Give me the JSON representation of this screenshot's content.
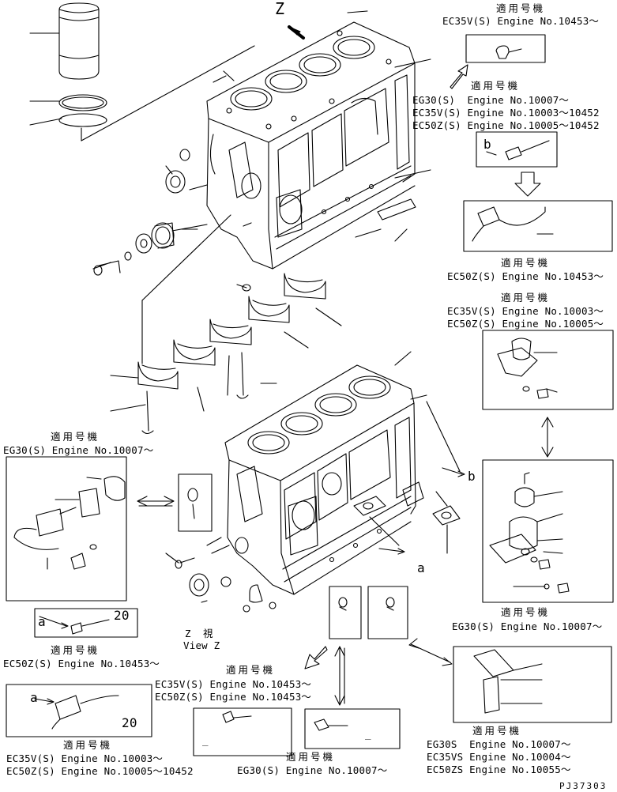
{
  "view_marker": "Z",
  "code": "PJ37303",
  "header_ja": "適用号機",
  "callouts": {
    "a": "a",
    "b": "b",
    "twenty": "20",
    "dash": "_"
  },
  "view_z": {
    "ja": "Z 視",
    "en": "View Z"
  },
  "notes": {
    "n1": [
      "EC35V(S) Engine No.10453～"
    ],
    "n2": [
      "EG30(S)  Engine No.10007～",
      "EC35V(S) Engine No.10003～10452",
      "EC50Z(S) Engine No.10005～10452"
    ],
    "n3": [
      "EC50Z(S) Engine No.10453～"
    ],
    "n4": [
      "EC35V(S) Engine No.10003～",
      "EC50Z(S) Engine No.10005～"
    ],
    "n5": [
      "EG30(S) Engine No.10007～"
    ],
    "n6": [
      "EG30(S) Engine No.10007～"
    ],
    "n7": [
      "EC50Z(S) Engine No.10453～"
    ],
    "n8": [
      "EC35V(S) Engine No.10453～",
      "EC50Z(S) Engine No.10453～"
    ],
    "n9": [
      "EC35V(S) Engine No.10003～",
      "EC50Z(S) Engine No.10005～10452"
    ],
    "n10": [
      "EG30(S) Engine No.10007～"
    ],
    "n11": [
      "EG30S  Engine No.10007～",
      "EC35VS Engine No.10004～",
      "EC50ZS Engine No.10055～"
    ]
  },
  "icons": {
    "arrow": "arrow-icon",
    "double_arrow": "double-arrow-icon",
    "engine_block": "engine-block-icon",
    "sensor": "sensor-icon",
    "bolt": "bolt-icon"
  }
}
